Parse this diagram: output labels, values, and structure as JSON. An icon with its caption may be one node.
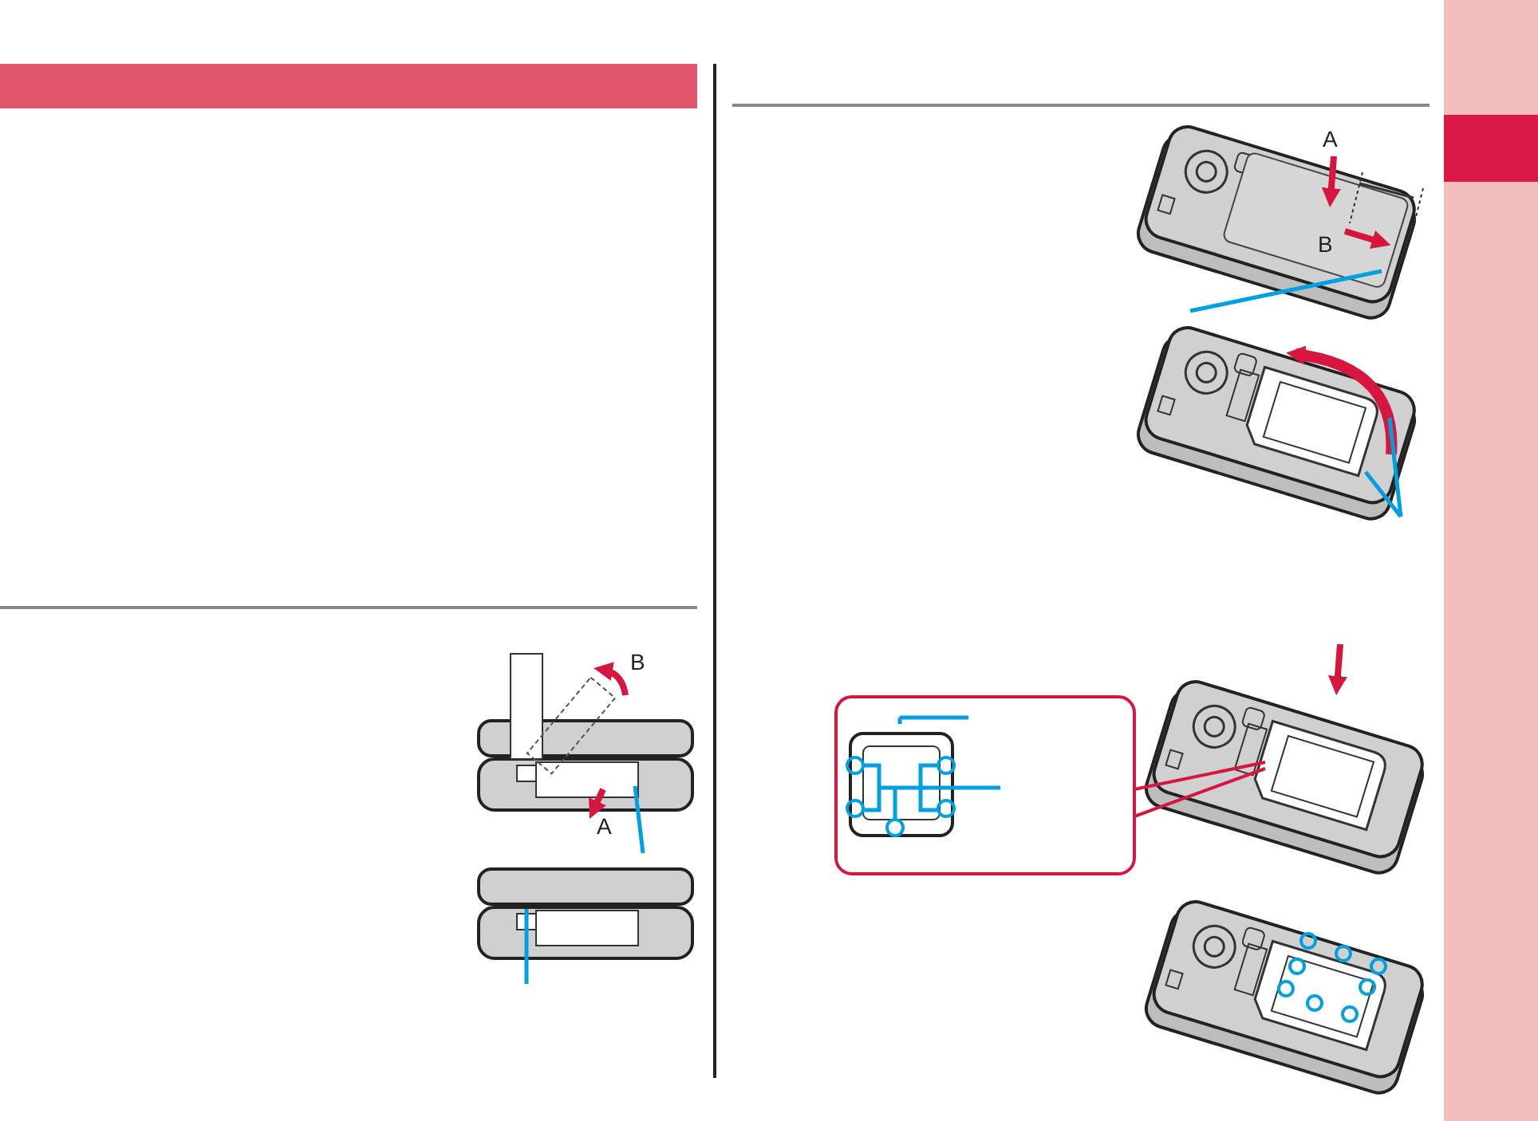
{
  "diagram": {
    "labels": [
      "B",
      "A",
      "A",
      "B"
    ]
  }
}
